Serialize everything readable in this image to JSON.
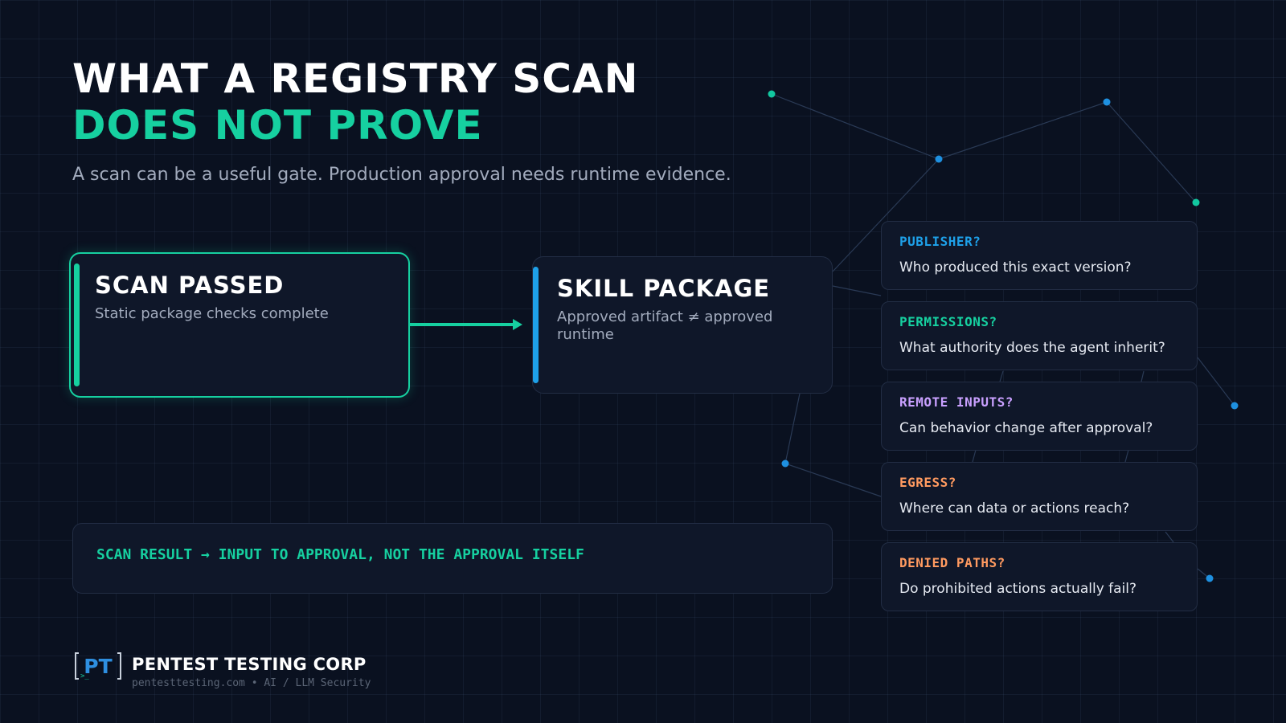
{
  "colors": {
    "accent_green": "#16d0a0",
    "accent_blue": "#1ea0e8",
    "accent_purple": "#c9a0ff",
    "accent_orange": "#ff9a60",
    "node_green": "#12c8a0",
    "node_blue": "#1e90e0"
  },
  "header": {
    "title_line1": "WHAT A REGISTRY SCAN",
    "title_line2": "DOES NOT PROVE",
    "subtitle": "A scan can be a useful gate. Production approval needs runtime evidence."
  },
  "flow": {
    "scan_card": {
      "heading": "SCAN PASSED",
      "description": "Static package checks complete"
    },
    "skill_card": {
      "heading": "SKILL PACKAGE",
      "description": "Approved artifact ≠ approved runtime"
    }
  },
  "questions": [
    {
      "title": "PUBLISHER?",
      "text": "Who produced this exact version?",
      "color": "#1ea0e8"
    },
    {
      "title": "PERMISSIONS?",
      "text": "What authority does the agent inherit?",
      "color": "#16d0a0"
    },
    {
      "title": "REMOTE INPUTS?",
      "text": "Can behavior change after approval?",
      "color": "#c9a0ff"
    },
    {
      "title": "EGRESS?",
      "text": "Where can data or actions reach?",
      "color": "#ff9a60"
    },
    {
      "title": "DENIED PATHS?",
      "text": "Do prohibited actions actually fail?",
      "color": "#ff9a60"
    }
  ],
  "result_banner": "SCAN RESULT → INPUT TO APPROVAL, NOT THE APPROVAL ITSELF",
  "footer": {
    "logo_letters": "PT",
    "brand_name": "PENTEST TESTING CORP",
    "brand_sub": "pentesttesting.com • AI / LLM Security"
  }
}
